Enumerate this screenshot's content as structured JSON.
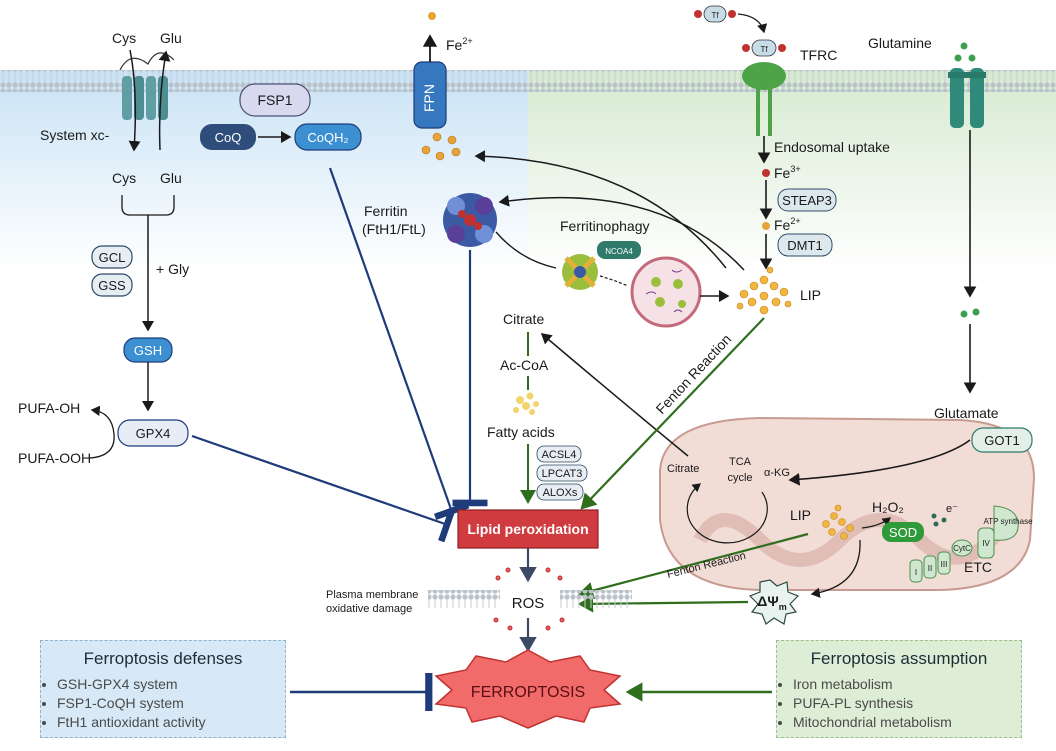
{
  "labels": {
    "cys_top": "Cys",
    "glu_top": "Glu",
    "system_xc": "System xc-",
    "cys_bottom": "Cys",
    "glu_bottom": "Glu",
    "gcl": "GCL",
    "gss": "GSS",
    "plus_gly": "+ Gly",
    "gsh": "GSH",
    "gpx4": "GPX4",
    "pufa_oh": "PUFA-OH",
    "pufa_ooh": "PUFA-OOH",
    "fsp1": "FSP1",
    "coq": "CoQ",
    "coqh2": "CoQH₂",
    "fpn": "FPN",
    "fe2_top": "Fe",
    "fe2_top_sup": "2+",
    "ferritin_line1": "Ferritin",
    "ferritin_line2": "(FtH1/FtL)",
    "ferritinophagy": "Ferritinophagy",
    "ncoa4": "NCOA4",
    "tf_free": "Tf",
    "tf_bound": "Tf",
    "tfrc": "TFRC",
    "endosomal_uptake": "Endosomal uptake",
    "fe3": "Fe",
    "fe3_sup": "3+",
    "steap3": "STEAP3",
    "fe2_mid": "Fe",
    "fe2_mid_sup": "2+",
    "dmt1": "DMT1",
    "lip": "LIP",
    "glutamine": "Glutamine",
    "glutamate": "Glutamate",
    "got1": "GOT1",
    "citrate_cyto": "Citrate",
    "ac_coa": "Ac-CoA",
    "fatty_acids": "Fatty acids",
    "acsl4": "ACSL4",
    "lpcat3": "LPCAT3",
    "aloxs": "ALOXs",
    "fenton_1": "Fenton Reaction",
    "fenton_2": "Fenton Reaction",
    "citrate_mito": "Citrate",
    "tca_line1": "TCA",
    "tca_line2": "cycle",
    "akg": "α-KG",
    "h2o2": "H₂O₂",
    "electron": "e⁻",
    "lip_mito": "LIP",
    "sod": "SOD",
    "etc": "ETC",
    "atp_synthase": "ATP synthase",
    "cyt_c": "CytC",
    "complex_i": "I",
    "complex_ii": "II",
    "complex_iii": "III",
    "complex_iv": "IV",
    "delta_psi": "ΔΨ",
    "delta_psi_sub": "m",
    "lipid_peroxidation": "Lipid peroxidation",
    "ros": "ROS",
    "pm_line1": "Plasma membrane",
    "pm_line2": "oxidative damage",
    "ferroptosis": "FERROPTOSIS"
  },
  "defenses": {
    "title": "Ferroptosis defenses",
    "items": [
      "GSH-GPX4 system",
      "FSP1-CoQH system",
      "FtH1 antioxidant activity"
    ]
  },
  "assumption": {
    "title": "Ferroptosis assumption",
    "items": [
      "Iron metabolism",
      "PUFA-PL synthesis",
      "Mitochondrial metabolism"
    ]
  },
  "colors": {
    "inhibit": "#1f3c7a",
    "promote": "#2f6e1c",
    "cyto_blue": "#dcecf8",
    "cyto_green": "#e3f0dd",
    "lipid_box": "#cf3b3f",
    "ferroptosis_star": "#f26b6b",
    "iron": "#e8a23a"
  }
}
